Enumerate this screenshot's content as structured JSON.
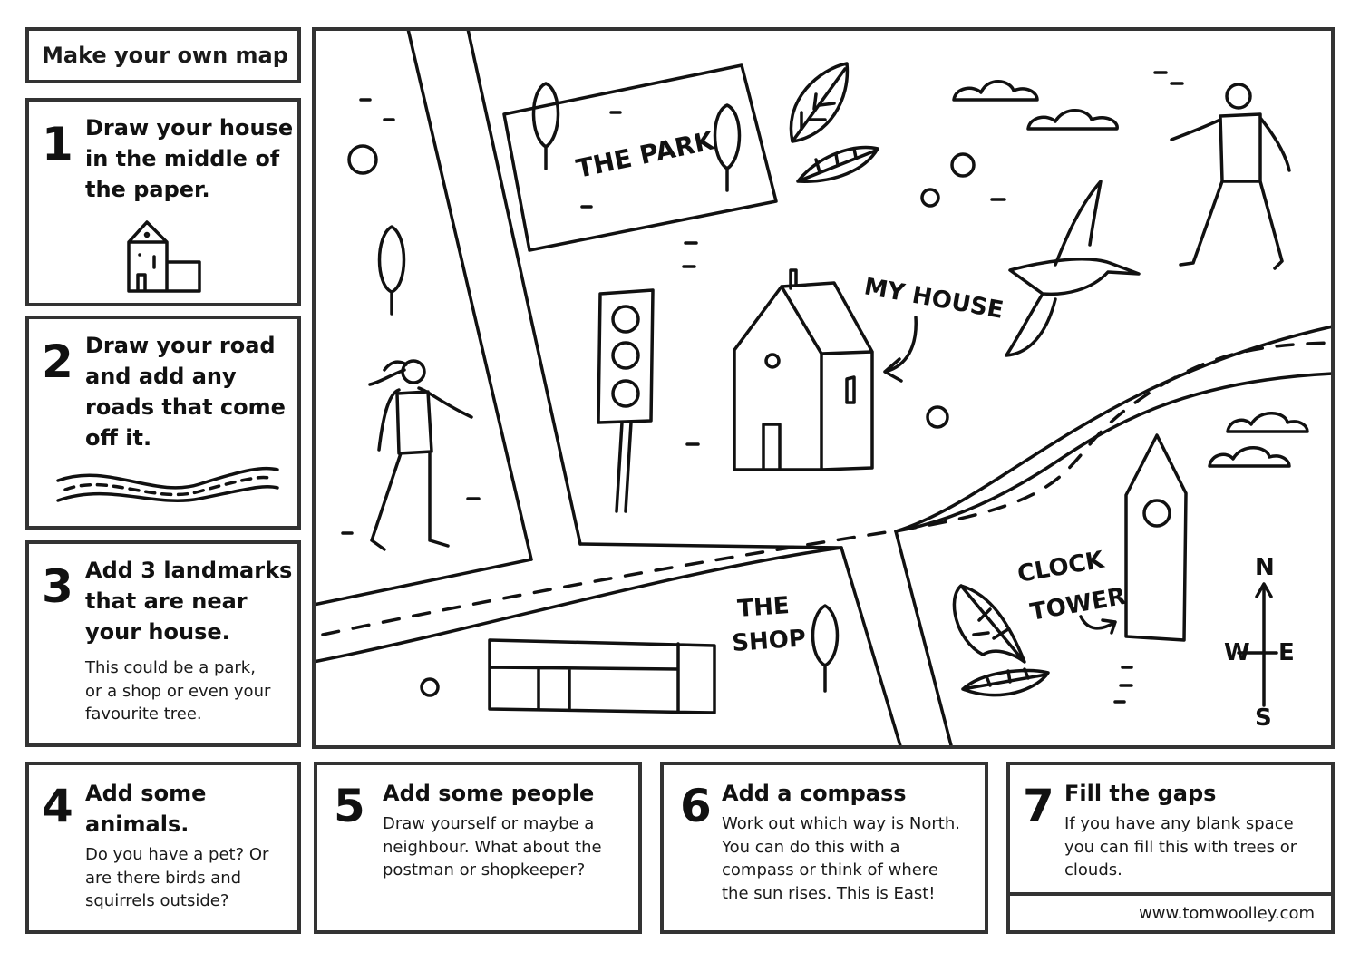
{
  "title": "Make your own map",
  "steps": [
    {
      "number": "1",
      "heading": [
        "Draw your house",
        "in the middle of",
        "the paper."
      ],
      "body": []
    },
    {
      "number": "2",
      "heading": [
        "Draw your road",
        "and add any",
        "roads that come",
        "off it."
      ],
      "body": []
    },
    {
      "number": "3",
      "heading": [
        "Add 3 landmarks",
        "that are near",
        "your house."
      ],
      "body": [
        "This could be a park,",
        "or a shop or even your",
        "favourite tree."
      ]
    },
    {
      "number": "4",
      "heading": [
        "Add some",
        "animals."
      ],
      "body": [
        "Do you have a pet? Or",
        "are there birds and",
        "squirrels outside?"
      ]
    },
    {
      "number": "5",
      "heading": [
        "Add some people"
      ],
      "body": [
        "Draw yourself or maybe a",
        "neighbour. What about the",
        "postman or shopkeeper?"
      ]
    },
    {
      "number": "6",
      "heading": [
        "Add a compass"
      ],
      "body": [
        "Work out which way is North.",
        "You can do this with a",
        "compass or think of where",
        "the sun rises. This is East!"
      ]
    },
    {
      "number": "7",
      "heading": [
        "Fill the gaps"
      ],
      "body": [
        "If you have any blank space",
        "you can fill this with trees or",
        "clouds."
      ]
    }
  ],
  "website": "www.tomwoolley.com",
  "map_labels": {
    "park": "THE PARK",
    "house_line1": "MY HOUSE",
    "shop_line1": "THE",
    "shop_line2": "SHOP",
    "tower_line1": "CLOCK",
    "tower_line2": "TOWER",
    "compass_n": "N",
    "compass_s": "S",
    "compass_e": "E",
    "compass_w": "W"
  },
  "colors": {
    "border": "#333333",
    "ink": "#111111",
    "background": "#ffffff"
  }
}
